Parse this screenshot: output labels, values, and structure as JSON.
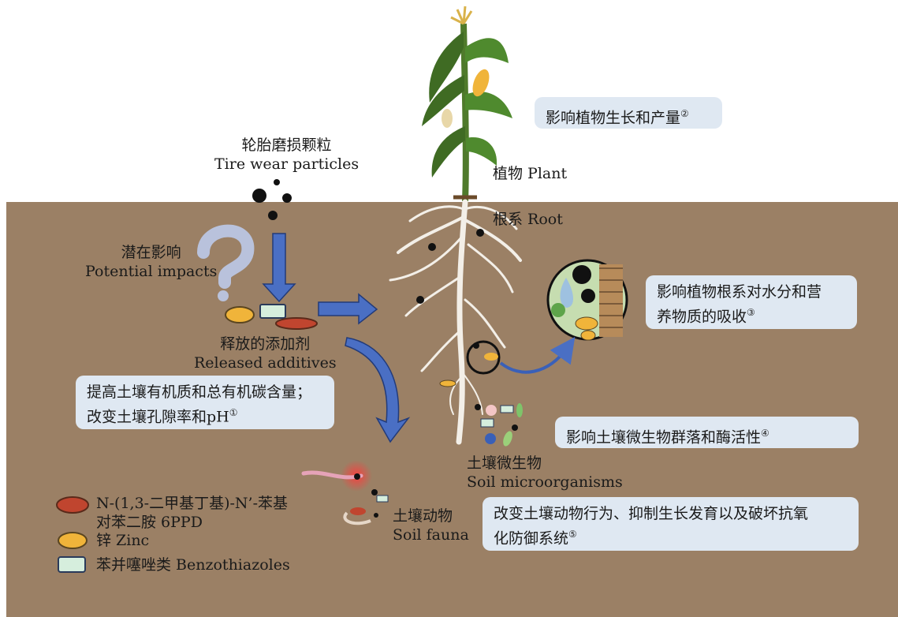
{
  "colors": {
    "soil": "#9b8065",
    "box_bg": "#dfe8f2",
    "arrow_blue": "#4a6fc4",
    "root": "#f3efe8",
    "ppd_red": "#c0452f",
    "zinc_yellow": "#f0b43a",
    "benzo_green": "#d6eedd"
  },
  "labels": {
    "tire_cn": "轮胎磨损颗粒",
    "tire_en": "Tire wear particles",
    "potential_cn": "潜在影响",
    "potential_en": "Potential impacts",
    "additives_cn": "释放的添加剂",
    "additives_en": "Released additives",
    "plant": "植物 Plant",
    "root": "根系 Root",
    "micro_cn": "土壤微生物",
    "micro_en": "Soil microorganisms",
    "fauna_cn": "土壤动物",
    "fauna_en": "Soil fauna"
  },
  "boxes": {
    "b2": {
      "text": "影响植物生长和产量",
      "mark": "②"
    },
    "b3_line1": "影响植物根系对水分和营",
    "b3_line2": "养物质的吸收",
    "b3_mark": "③",
    "b1_line1": "提高土壤有机质和总有机碳含量；",
    "b1_line2": "改变土壤孔隙率和pH",
    "b1_mark": "①",
    "b4": {
      "text": "影响土壤微生物群落和酶活性",
      "mark": "④"
    },
    "b5_line1": "改变土壤动物行为、抑制生长发育以及破坏抗氧",
    "b5_line2": "化防御系统",
    "b5_mark": "⑤"
  },
  "legend": {
    "ppd_line1": "N-(1,3-二甲基丁基)-N’-苯基",
    "ppd_line2": "对苯二胺 6PPD",
    "zinc": "锌 Zinc",
    "benzo": "苯并噻唑类 Benzothiazoles"
  }
}
